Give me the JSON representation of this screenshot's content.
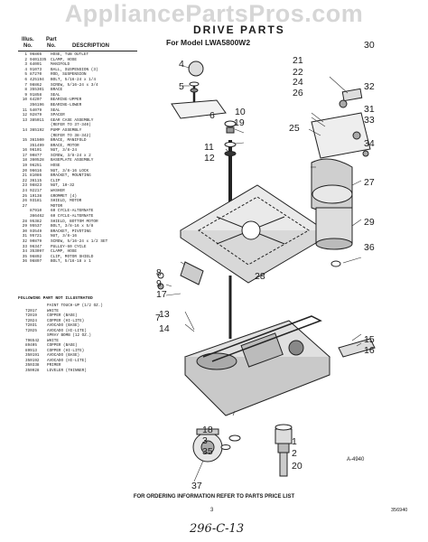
{
  "watermark": "AppliancePartsPros.com",
  "header": {
    "title": "DRIVE PARTS",
    "subtitle": "For Model LWA5800W2",
    "col_illus": "Illus.",
    "col_no": "No.",
    "col_part": "Part",
    "col_no2": "No.",
    "col_desc": "DESCRIPTION"
  },
  "parts": [
    {
      "n": "1",
      "p": "96866",
      "d": "HOSE, TUB OUTLET"
    },
    {
      "n": "2",
      "p": "9401335",
      "d": "CLAMP, HOSE"
    },
    {
      "n": "3",
      "p": "64091",
      "d": "MANIFOLD"
    },
    {
      "n": "4",
      "p": "91073",
      "d": "BALL, SUSPENSION (3)"
    },
    {
      "n": "5",
      "p": "87270",
      "d": "ROD, SUSPENSION"
    },
    {
      "n": "6",
      "p": "425194",
      "d": "BOLT, 5/16-24 x 1/4"
    },
    {
      "n": "7",
      "p": "98862",
      "d": "SCREW, 5/16-24 x 3/4"
    },
    {
      "n": "8",
      "p": "355301",
      "d": "BRACE"
    },
    {
      "n": "9",
      "p": "91858",
      "d": "SEAL"
    },
    {
      "n": "10",
      "p": "64207",
      "d": "BEARING-UPPER"
    },
    {
      "n": "",
      "p": "356196",
      "d": "BEARING-LOWER"
    },
    {
      "n": "11",
      "p": "54079",
      "d": "SEAL"
    },
    {
      "n": "12",
      "p": "92879",
      "d": "SPACER"
    },
    {
      "n": "13",
      "p": "385011",
      "d": "GEAR CASE ASSEMBLY"
    },
    {
      "n": "",
      "p": "",
      "d": "(REFER TO 37-340)"
    },
    {
      "n": "14",
      "p": "365192",
      "d": "PUMP ASSEMBLY"
    },
    {
      "n": "",
      "p": "",
      "d": "(REFER TO 38-342)"
    },
    {
      "n": "15",
      "p": "361500",
      "d": "BRACE, MANIFOLD"
    },
    {
      "n": "",
      "p": "351499",
      "d": "BRACE, MOTOR"
    },
    {
      "n": "16",
      "p": "96101",
      "d": "NUT, 3/8-24"
    },
    {
      "n": "17",
      "p": "90877",
      "d": "SCREW, 3/8-24 x 2"
    },
    {
      "n": "18",
      "p": "360528",
      "d": "BASEPLATE ASSEMBLY"
    },
    {
      "n": "19",
      "p": "96251",
      "d": "HOSE"
    },
    {
      "n": "20",
      "p": "96616",
      "d": "NUT, 3/8-16 LOCK"
    },
    {
      "n": "21",
      "p": "81086",
      "d": "BRACKET, MOUNTING"
    },
    {
      "n": "22",
      "p": "36115",
      "d": "CLIP"
    },
    {
      "n": "23",
      "p": "98823",
      "d": "NUT, 10-32"
    },
    {
      "n": "24",
      "p": "92217",
      "d": "WASHER"
    },
    {
      "n": "25",
      "p": "19138",
      "d": "GROMMET (4)"
    },
    {
      "n": "26",
      "p": "93181",
      "d": "SHIELD, MOTOR"
    },
    {
      "n": "27",
      "p": "",
      "d": "MOTOR"
    },
    {
      "n": "",
      "p": "87910",
      "d": "60 CYCLE-ALTERNATE"
    },
    {
      "n": "",
      "p": "366462",
      "d": "60 CYCLE-ALTERNATE"
    },
    {
      "n": "28",
      "p": "95382",
      "d": "SHIELD, BOTTOM MOTOR"
    },
    {
      "n": "29",
      "p": "95537",
      "d": "BOLT, 3/8-16 x 5/8"
    },
    {
      "n": "30",
      "p": "93549",
      "d": "BRACKET, PIVOTING"
    },
    {
      "n": "31",
      "p": "95721",
      "d": "NUT, 3/8-16"
    },
    {
      "n": "32",
      "p": "90879",
      "d": "SCREW, 5/16-24 x 1/2 SET"
    },
    {
      "n": "33",
      "p": "96347",
      "d": "PULLEY-60 CYCLE"
    },
    {
      "n": "34",
      "p": "353097",
      "d": "CLAMP, HOSE"
    },
    {
      "n": "35",
      "p": "96892",
      "d": "CLIP, MOTOR SHIELD"
    },
    {
      "n": "36",
      "p": "96897",
      "d": "BOLT, 5/16-18 x 1"
    }
  ],
  "not_illustrated": {
    "heading": "FOLLOWING PART NOT ILLUSTRATED",
    "items": [
      {
        "p": "",
        "d": "PAINT TOUCH-UP (1/2 OZ.)"
      },
      {
        "p": "72017",
        "d": "WHITE"
      },
      {
        "p": "72019",
        "d": "COPPER (BASE)"
      },
      {
        "p": "72024",
        "d": "COPPER (HI-LITE)"
      },
      {
        "p": "72031",
        "d": "AVOCADO (BASE)"
      },
      {
        "p": "72025",
        "d": "AVOCADO (HI-LITE)"
      },
      {
        "p": "",
        "d": "SPRAY BOMB (12 OZ.)"
      },
      {
        "p": "796542",
        "d": "WHITE"
      },
      {
        "p": "89405",
        "d": "COPPER (BASE)"
      },
      {
        "p": "89913",
        "d": "COPPER (HI-LITE)"
      },
      {
        "p": "350191",
        "d": "AVOCADO (BASE)"
      },
      {
        "p": "350192",
        "d": "AVOCADO (HI-LITE)"
      },
      {
        "p": "350338",
        "d": "PRIMER"
      },
      {
        "p": "350928",
        "d": "LEVELER (THINNER)"
      }
    ]
  },
  "callouts": {
    "c30": "30",
    "c4": "4",
    "c21": "21",
    "c22": "22",
    "c5": "5",
    "c24": "24",
    "c26": "26",
    "c6": "6",
    "c32": "32",
    "c31": "31",
    "c10": "10",
    "c19": "19",
    "c33": "33",
    "c25": "25",
    "c34": "34",
    "c11": "11",
    "c12": "12",
    "c27": "27",
    "c29": "29",
    "c36": "36",
    "c8": "8",
    "c9": "9",
    "c7": "7",
    "c17": "17",
    "c28": "28",
    "c13": "13",
    "c14": "14",
    "c15": "15",
    "c16": "16",
    "c18": "18",
    "c3": "3",
    "c35": "35",
    "c1": "1",
    "c2": "2",
    "c20": "20",
    "c37": "37"
  },
  "figure_code": "A-4940",
  "footer": "FOR ORDERING INFORMATION REFER TO PARTS PRICE LIST",
  "page_number": "3",
  "doc_code": "356940",
  "handwritten": "296-C-13"
}
